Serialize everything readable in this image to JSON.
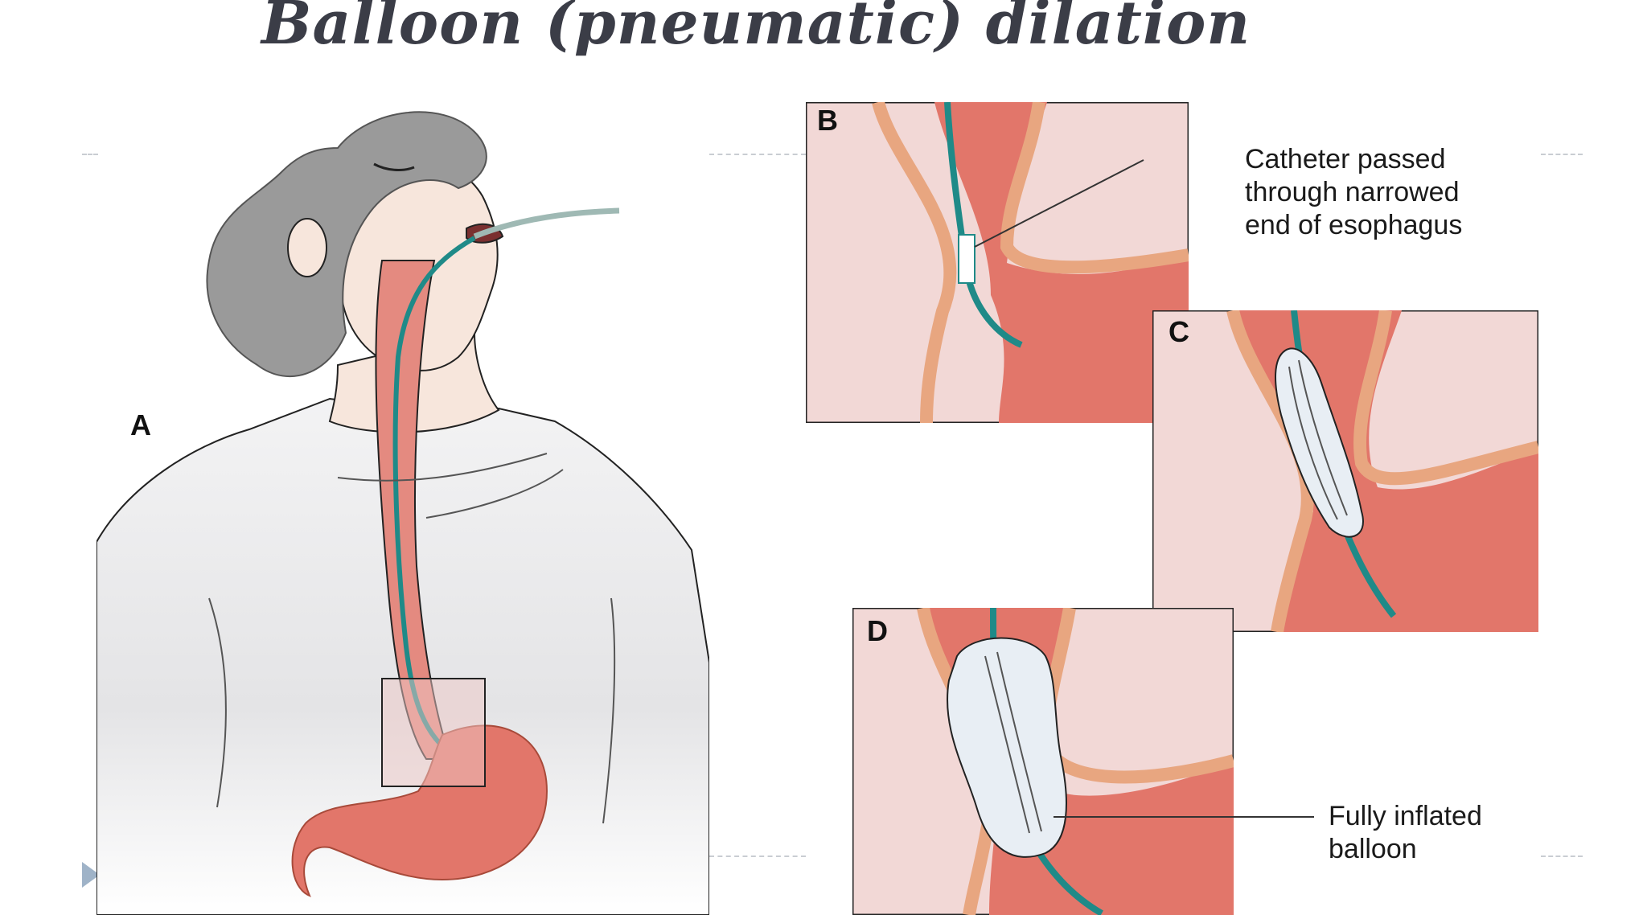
{
  "slide": {
    "title": "Balloon (pneumatic) dilation"
  },
  "figure": {
    "panels": [
      {
        "label": "A"
      },
      {
        "label": "B"
      },
      {
        "label": "C"
      },
      {
        "label": "D"
      }
    ],
    "callouts": [
      {
        "lines": [
          "Catheter passed",
          "through narrowed",
          "end of esophagus"
        ]
      },
      {
        "lines": [
          "Fully inflated",
          "balloon"
        ]
      }
    ]
  },
  "colors": {
    "title": "#3b3d47",
    "tissue_dark": "#e2766a",
    "tissue_light": "#f2d8d6",
    "wall": "#e8a680",
    "catheter": "#1f8a88",
    "balloon": "#e8eef4",
    "shirt": "#e7e7e8",
    "hair": "#9a9a9a",
    "skin": "#f7e6dc"
  },
  "icons": {
    "bullet": "right-triangle-bullet-icon"
  }
}
